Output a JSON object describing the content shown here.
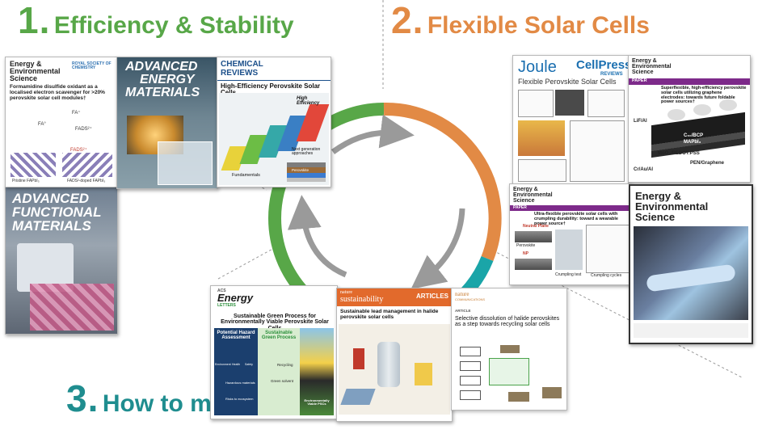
{
  "headings": {
    "efficiency": {
      "num": "1.",
      "text": "Efficiency & Stability",
      "color": "#58a748"
    },
    "flexible": {
      "num": "2.",
      "text": "Flexible Solar Cells",
      "color": "#e28a45"
    },
    "pb": {
      "num": "3.",
      "text": "How to manage “Pb”",
      "color": "#1f8d8f"
    }
  },
  "colors": {
    "green": "#58a748",
    "orange": "#e28a45",
    "teal": "#1aa5a8",
    "arrow": "#9a9a9a"
  },
  "cycle": {
    "arrows": 3,
    "segments": [
      "green",
      "orange",
      "teal"
    ]
  },
  "covers": {
    "ees_top_left": {
      "journal_line1": "Energy &",
      "journal_line2": "Environmental",
      "journal_line3": "Science",
      "publisher": "ROYAL SOCIETY OF CHEMISTRY",
      "headline": "Formamidine disulfide oxidant as a localised electron scavenger for >20% perovskite solar cell modules†",
      "labels": [
        "FA°",
        "FA⁺",
        "FADS²⁺",
        "FADS²⁺",
        "Pristine FAPbI₃",
        "FADS²-doped FAPbI₃"
      ]
    },
    "aem": {
      "line1": "ADVANCED",
      "line2": "ENERGY",
      "line3": "MATERIALS"
    },
    "chem_reviews": {
      "line1": "CHEMICAL",
      "line2": "REVIEWS",
      "headline": "High-Efficiency Perovskite Solar Cells",
      "labels": [
        "High Efficiency",
        "Fundamentals",
        "Next generation approaches",
        "Perovskite"
      ]
    },
    "afm": {
      "line1": "ADVANCED",
      "line2": "FUNCTIONAL",
      "line3": "MATERIALS"
    },
    "joule": {
      "journal": "Joule",
      "cellpress": "CellPress",
      "reviews": "REVIEWS",
      "headline": "Flexible Perovskite Solar Cells"
    },
    "ees_top_right": {
      "journal_line1": "Energy &",
      "journal_line2": "Environmental",
      "journal_line3": "Science",
      "tag": "PAPER",
      "headline": "Superflexible, high-efficiency perovskite solar cells utilizing graphene electrodes: towards future foldable power sources†",
      "labels": [
        "LiF/Al",
        "C₆₀/BCP",
        "MAPbI₃",
        "MoO₃/PEDOT:PSS",
        "Cr/Au/Al",
        "PEN/Graphene"
      ]
    },
    "ees_mid": {
      "journal_line1": "Energy &",
      "journal_line2": "Environmental",
      "journal_line3": "Science",
      "tag": "PAPER",
      "headline": "Ultra-flexible perovskite solar cells with crumpling durability: toward a wearable power source†",
      "labels": [
        "Neutral Plane",
        "Perovskite",
        "NP",
        "Crumpling test",
        "Crumpling cycles"
      ]
    },
    "ees_big": {
      "journal_line1": "Energy &",
      "journal_line2": "Environmental",
      "journal_line3": "Science"
    },
    "acs_energy": {
      "brand_top": "ACS",
      "brand": "Energy",
      "brand_sub": "LETTERS",
      "headline": "Sustainable Green Process for Environmentally Viable Perovskite Solar Cells",
      "left_title": "Potential Hazard Assessment",
      "mid_title": "Sustainable Green Process",
      "items": [
        "Environment",
        "Health",
        "Safety",
        "Hazardous materials",
        "Risks to ecosystem",
        "Recycling",
        "Green solvent",
        "Environmentally Viable PSCs"
      ]
    },
    "nature_sustainability": {
      "brand_top": "nature",
      "brand": "sustainability",
      "section": "ARTICLES",
      "headline": "Sustainable lead management in halide perovskite solar cells"
    },
    "nature_comms": {
      "brand_top": "nature",
      "brand": "COMMUNICATIONS",
      "section": "ARTICLE",
      "headline": "Selective dissolution of halide perovskites as a step towards recycling solar cells"
    }
  }
}
